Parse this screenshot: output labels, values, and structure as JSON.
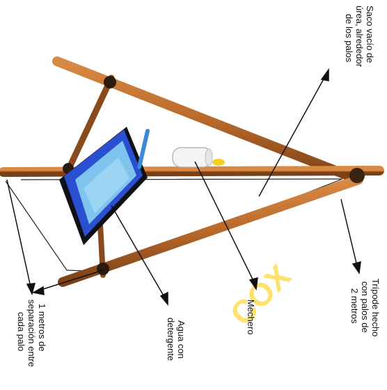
{
  "labels": {
    "saco": [
      "Saco vacío de",
      "úrea, alrededor",
      "de los palos"
    ],
    "tripode": [
      "Trípode hecho",
      "con palos de",
      "2 metros"
    ],
    "mechero": [
      "Mechero"
    ],
    "agua": [
      "Agua con",
      "detergente"
    ],
    "separacion": [
      "1 metros de",
      "separación entre",
      "cada palo"
    ]
  },
  "watermark": "COX",
  "colors": {
    "pole": "#b8692a",
    "pole_dark": "#6e3a12",
    "tray_frame": "#2a4fd0",
    "tray_water": "#7fc4ef",
    "tray_shadow": "#101018",
    "lamp_body": "#f4f4f4",
    "lamp_flame": "#f2cf22",
    "line": "#111111",
    "watermark": "#ffe26a"
  }
}
